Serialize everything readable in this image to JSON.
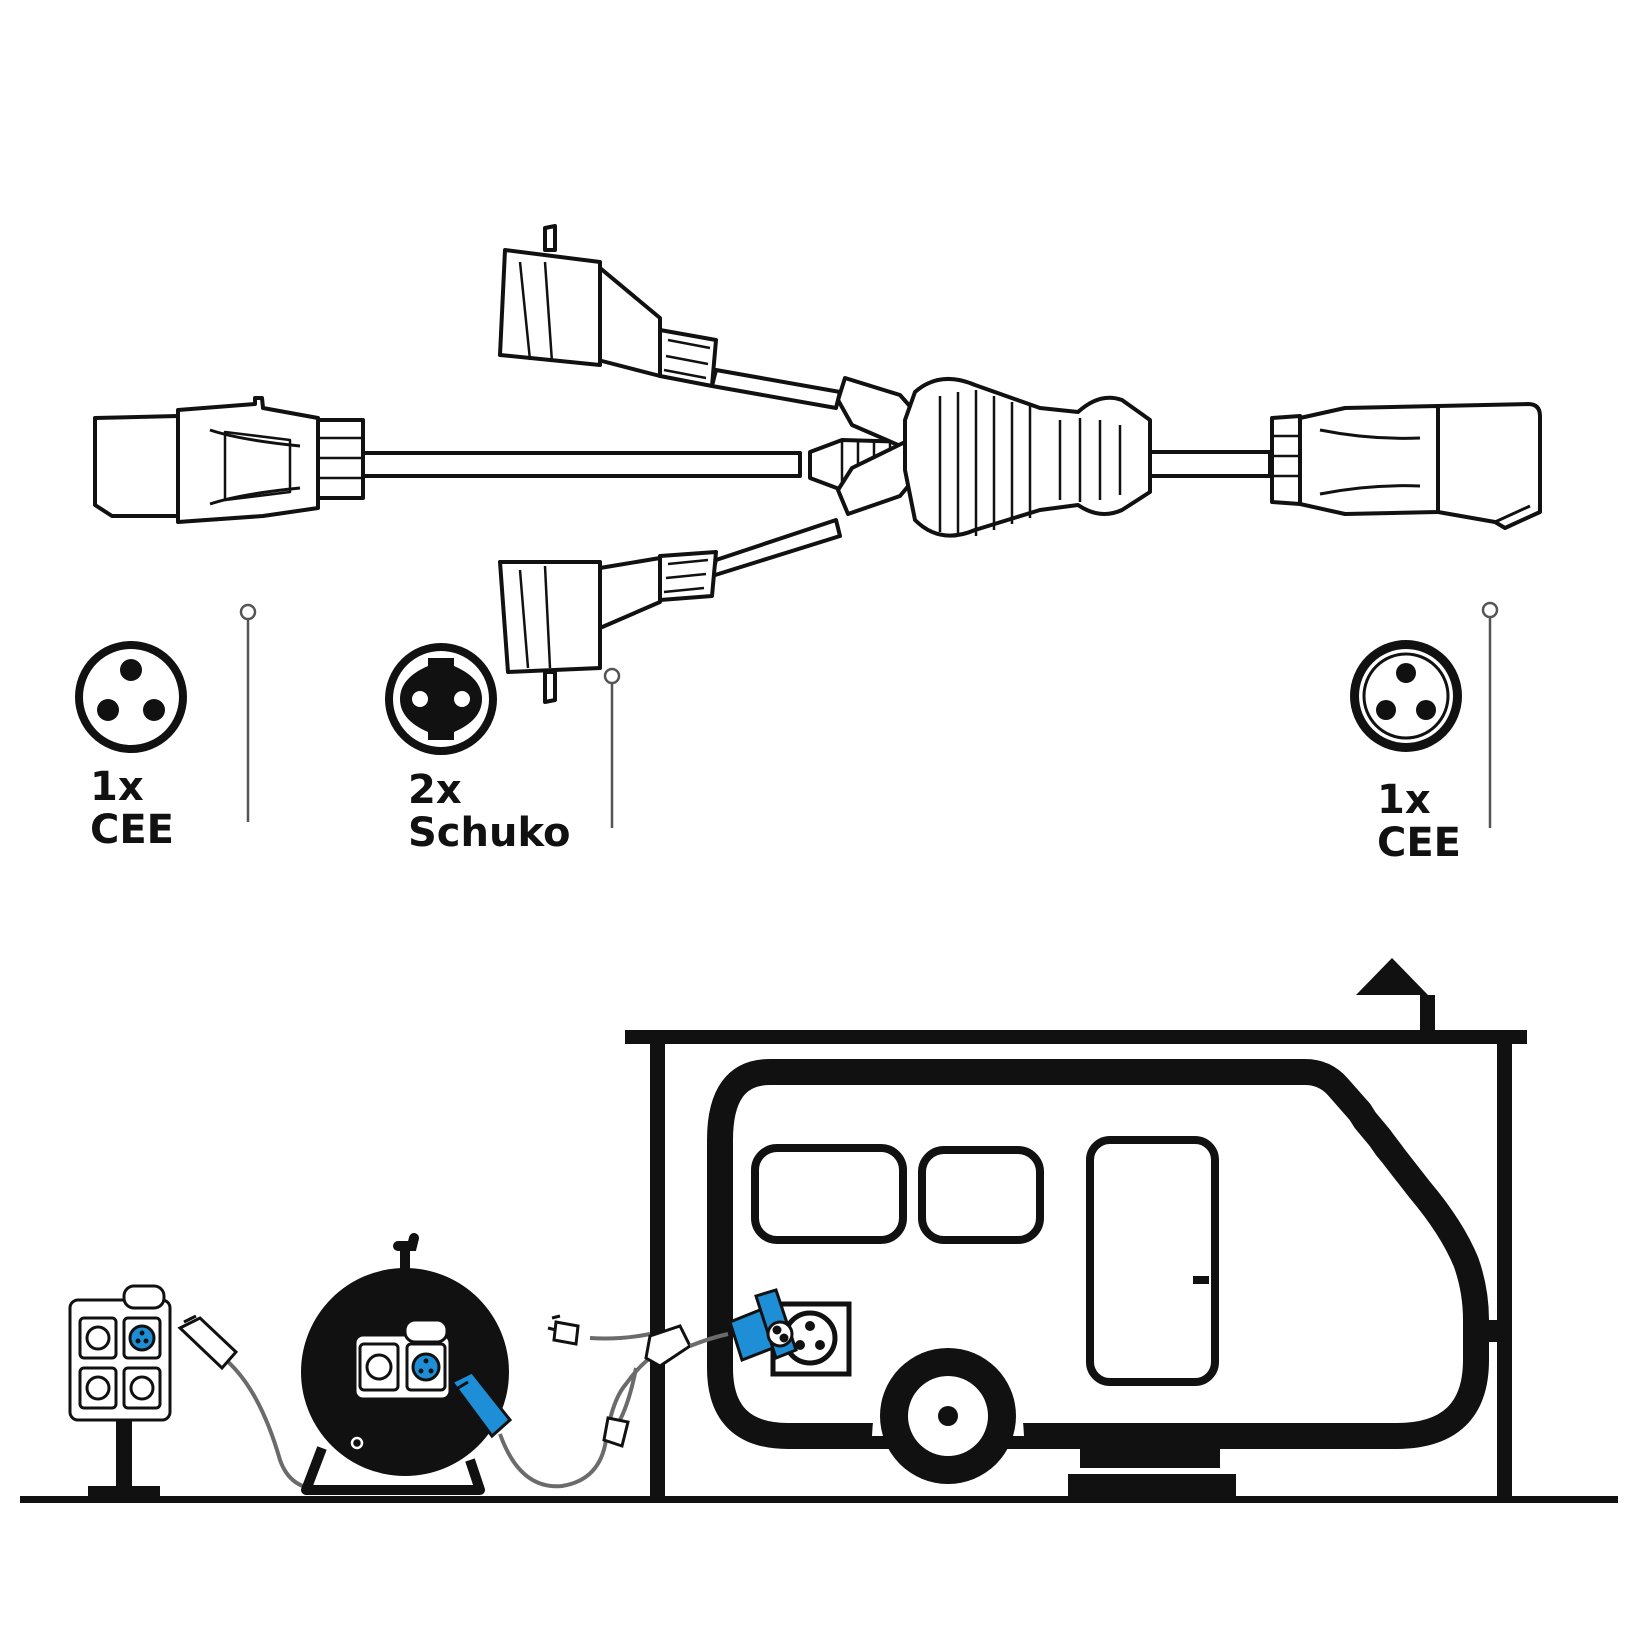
{
  "labels": {
    "left": {
      "count": "1x",
      "type": "CEE"
    },
    "middle": {
      "count": "2x",
      "type": "Schuko"
    },
    "right": {
      "count": "1x",
      "type": "CEE"
    }
  },
  "icons": {
    "left_connector": "cee-socket-icon",
    "middle_connector": "schuko-socket-icon",
    "right_connector": "cee-plug-icon",
    "roof_arrow": "arrow-up-icon"
  },
  "colors": {
    "line": "#111111",
    "background": "#ffffff",
    "cee_blue": "#1e8fd6",
    "cable_gray": "#6b6b6b"
  }
}
